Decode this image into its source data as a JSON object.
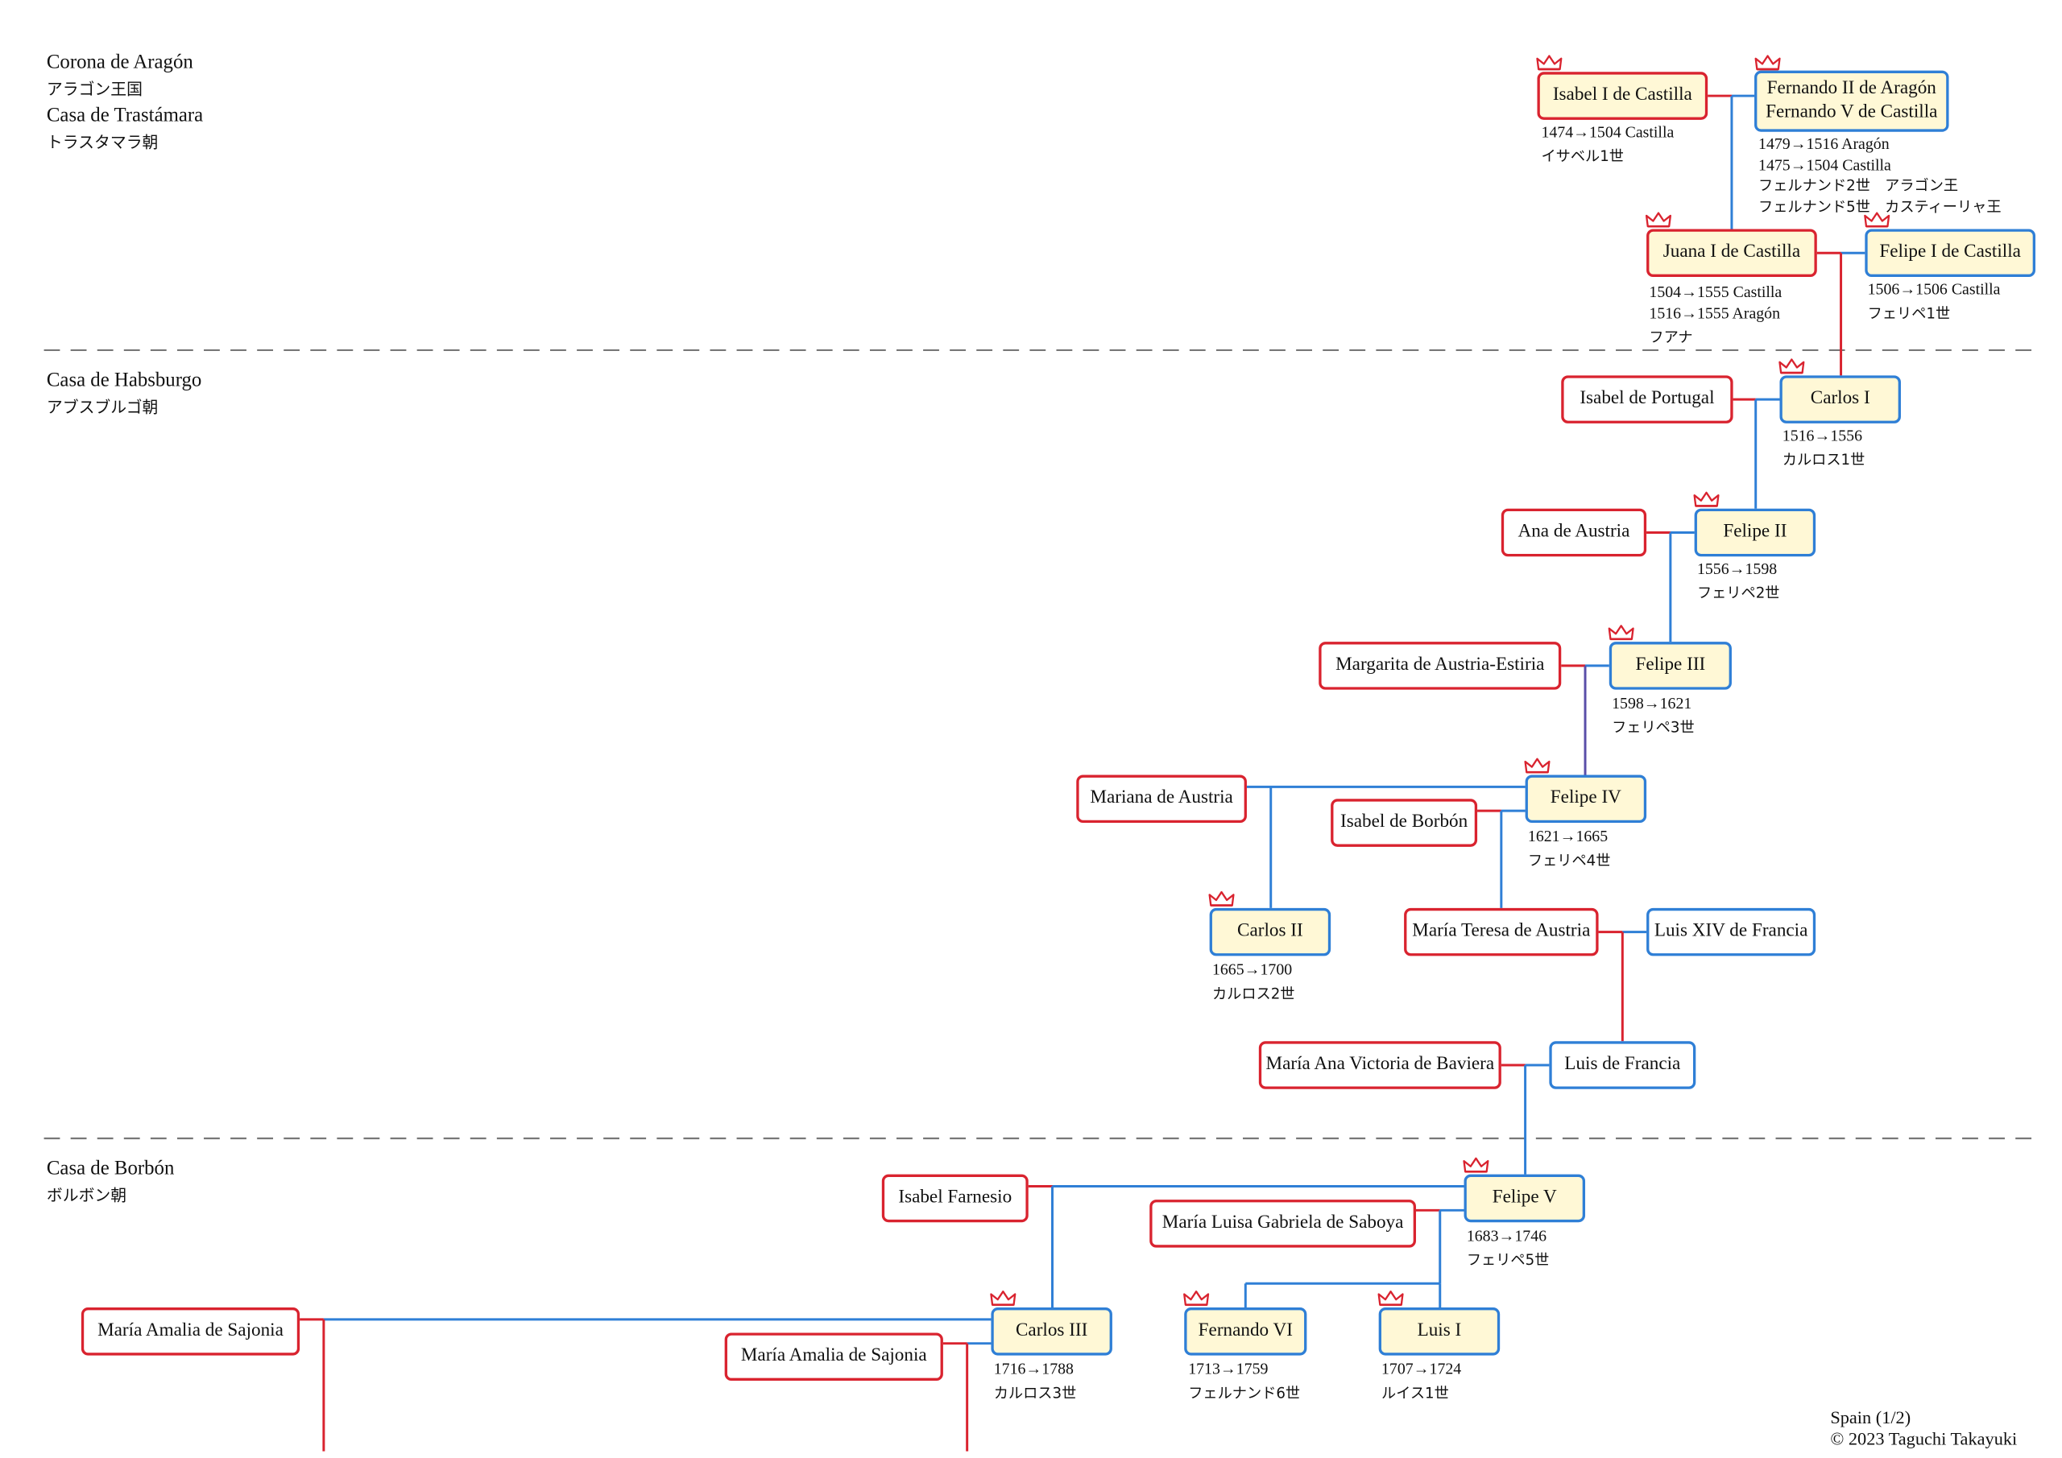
{
  "houses": [
    {
      "es1": "Corona de Aragón",
      "ja1": "アラゴン王国",
      "es2": "Casa de Trastámara",
      "ja2": "トラスタマラ朝"
    },
    {
      "es1": "Casa de Habsburgo",
      "ja1": "アブスブルゴ朝"
    },
    {
      "es1": "Casa de Borbón",
      "ja1": "ボルボン朝"
    }
  ],
  "persons": {
    "isabel_i": {
      "name": "Isabel I de Castilla",
      "reign1": "1474→1504 Castilla",
      "ja": "イサベル1世"
    },
    "fernando_ii": {
      "name1": "Fernando II de Aragón",
      "name2": "Fernando V de Castilla",
      "reign1": "1479→1516 Aragón",
      "reign2": "1475→1504 Castilla",
      "ja1": "フェルナンド2世　アラゴン王",
      "ja2": "フェルナンド5世　カスティーリャ王"
    },
    "juana_i": {
      "name": "Juana I de Castilla",
      "reign1": "1504→1555 Castilla",
      "reign2": "1516→1555 Aragón",
      "ja": "フアナ"
    },
    "felipe_i": {
      "name": "Felipe I de Castilla",
      "reign1": "1506→1506 Castilla",
      "ja": "フェリペ1世"
    },
    "isabel_portugal": {
      "name": "Isabel de Portugal"
    },
    "carlos_i": {
      "name": "Carlos I",
      "reign1": "1516→1556",
      "ja": "カルロス1世"
    },
    "ana_austria": {
      "name": "Ana de Austria"
    },
    "felipe_ii": {
      "name": "Felipe II",
      "reign1": "1556→1598",
      "ja": "フェリペ2世"
    },
    "margarita": {
      "name": "Margarita de Austria-Estiria"
    },
    "felipe_iii": {
      "name": "Felipe III",
      "reign1": "1598→1621",
      "ja": "フェリペ3世"
    },
    "mariana": {
      "name": "Mariana de Austria"
    },
    "isabel_borbon": {
      "name": "Isabel de Borbón"
    },
    "felipe_iv": {
      "name": "Felipe IV",
      "reign1": "1621→1665",
      "ja": "フェリペ4世"
    },
    "carlos_ii": {
      "name": "Carlos II",
      "reign1": "1665→1700",
      "ja": "カルロス2世"
    },
    "maria_teresa": {
      "name": "María Teresa de Austria"
    },
    "luis_xiv": {
      "name": "Luis XIV de Francia"
    },
    "maria_ana_victoria": {
      "name": "María Ana Victoria de Baviera"
    },
    "luis_francia": {
      "name": "Luis de Francia"
    },
    "isabel_farnesio": {
      "name": "Isabel Farnesio"
    },
    "maria_luisa": {
      "name": "María Luisa Gabriela de Saboya"
    },
    "felipe_v": {
      "name": "Felipe V",
      "reign1": "1683→1746",
      "ja": "フェリペ5世"
    },
    "maria_amalia_1": {
      "name": "María Amalia de Sajonia"
    },
    "maria_amalia_2": {
      "name": "María Amalia de Sajonia"
    },
    "carlos_iii": {
      "name": "Carlos III",
      "reign1": "1716→1788",
      "ja": "カルロス3世"
    },
    "fernando_vi": {
      "name": "Fernando VI",
      "reign1": "1713→1759",
      "ja": "フェルナンド6世"
    },
    "luis_i": {
      "name": "Luis I",
      "reign1": "1707→1724",
      "ja": "ルイス1世"
    }
  },
  "credit": {
    "page": "Spain (1/2)",
    "copyright": "© 2023 Taguchi Takayuki"
  },
  "colors": {
    "female": "#d9232f",
    "male": "#2f7fd6",
    "monarch_fill": "#fff8d6",
    "crown": "#d9232f",
    "divider": "#777777"
  }
}
